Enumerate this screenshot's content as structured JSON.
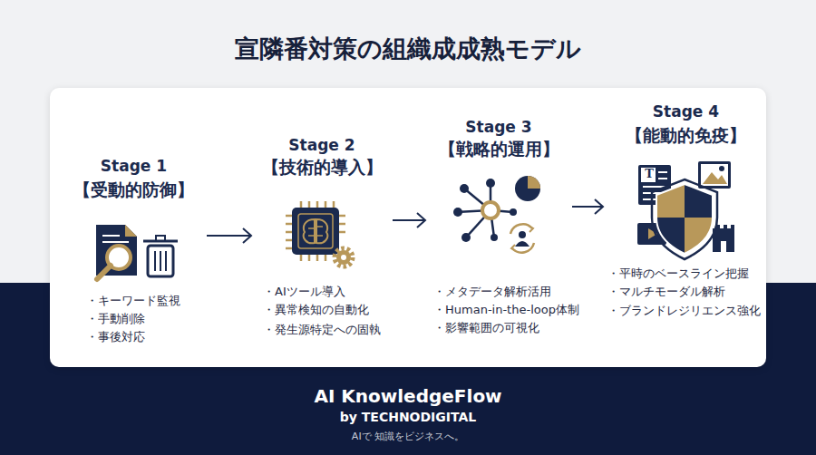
{
  "diagram": {
    "title": "宣隣番対策の組織成成熟モデル",
    "nodes": [
      {
        "text": [
          "Stage 1",
          "【受動的防御】",
          "・キーワード監視",
          "・手動削除",
          "・事後対応"
        ]
      },
      {
        "text": [
          "Stage 2",
          "【技術的導入】",
          "・AIツール導入",
          "・異常検知の自動化",
          "・発生源特定への固執"
        ]
      },
      {
        "text": [
          "Stage 3",
          "【戦略的運用】",
          "・メタデータ解析活用",
          "・Human-in-the-loop体制",
          "・影響範囲の可視化"
        ]
      },
      {
        "text": [
          "Stage 4",
          "【能動的免疫】",
          "・平時のベースライン把握",
          "・マルチモーダル解析",
          "・ブランドレジリエンス強化"
        ]
      }
    ],
    "edges": [
      {
        "from": 0,
        "to": 1,
        "arrow": "to"
      },
      {
        "from": 1,
        "to": 2,
        "arrow": "to"
      },
      {
        "from": 2,
        "to": 3,
        "arrow": "to"
      }
    ],
    "labels": [
      "T",
      "AI KnowledgeFlow",
      "by TECHNODIGITAL",
      "AIで 知識をビジネスへ。"
    ]
  }
}
